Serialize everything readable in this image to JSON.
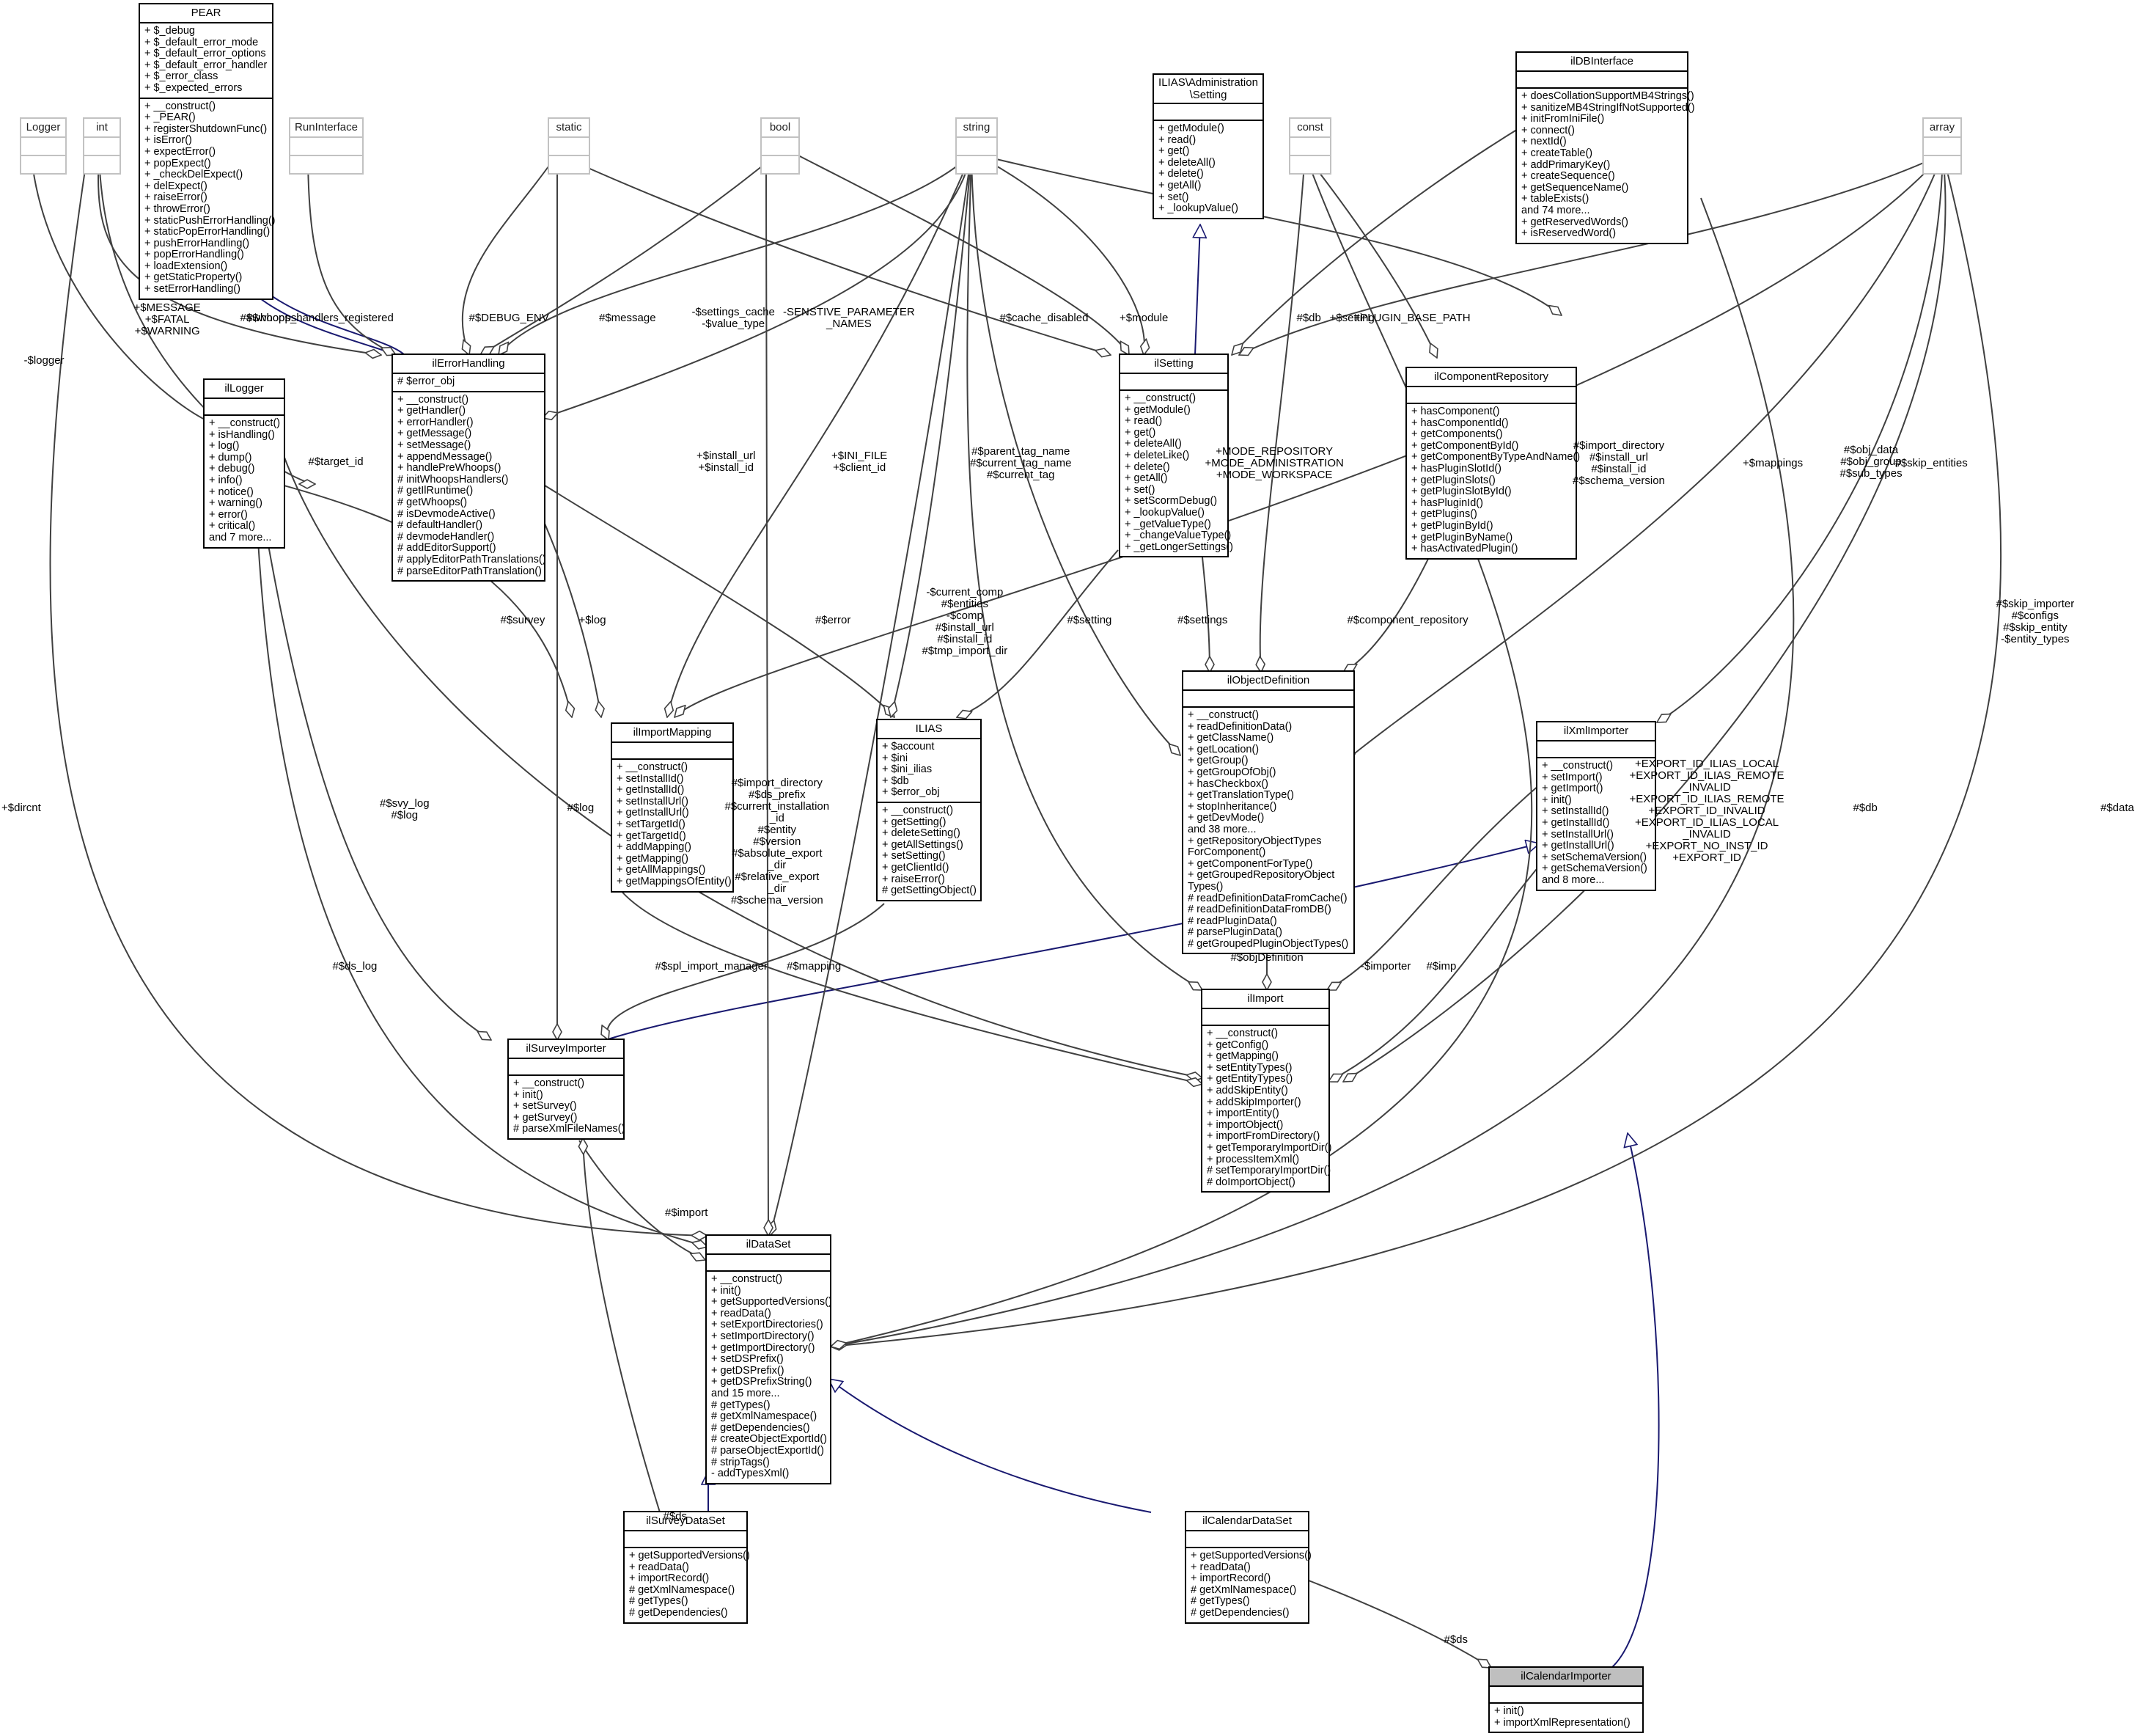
{
  "classes": [
    {
      "id": "pear",
      "title": "PEAR",
      "kind": "class",
      "attributes": [
        "+ $_debug",
        "+ $_default_error_mode",
        "+ $_default_error_options",
        "+ $_default_error_handler",
        "+ $_error_class",
        "+ $_expected_errors"
      ],
      "operations": [
        "+ __construct()",
        "+ _PEAR()",
        "+ registerShutdownFunc()",
        "+ isError()",
        "+ expectError()",
        "+ popExpect()",
        "+ _checkDelExpect()",
        "+ delExpect()",
        "+ raiseError()",
        "+ throwError()",
        "+ staticPushErrorHandling()",
        "+ staticPopErrorHandling()",
        "+ pushErrorHandling()",
        "+ popErrorHandling()",
        "+ loadExtension()",
        "+ getStaticProperty()",
        "+ setErrorHandling()"
      ]
    },
    {
      "id": "logger",
      "title": "Logger",
      "kind": "primitive",
      "attributes": [],
      "operations": []
    },
    {
      "id": "int",
      "title": "int",
      "kind": "primitive",
      "attributes": [],
      "operations": []
    },
    {
      "id": "runinterface",
      "title": "RunInterface",
      "kind": "primitive",
      "attributes": [],
      "operations": []
    },
    {
      "id": "static",
      "title": "static",
      "kind": "primitive",
      "attributes": [],
      "operations": []
    },
    {
      "id": "bool",
      "title": "bool",
      "kind": "primitive",
      "attributes": [],
      "operations": []
    },
    {
      "id": "string",
      "title": "string",
      "kind": "primitive",
      "attributes": [],
      "operations": []
    },
    {
      "id": "const",
      "title": "const",
      "kind": "primitive",
      "attributes": [],
      "operations": []
    },
    {
      "id": "array",
      "title": "array",
      "kind": "primitive",
      "attributes": [],
      "operations": []
    },
    {
      "id": "adminsetting",
      "title": "ILIAS\\Administration\n\\Setting",
      "kind": "class",
      "attributes": [],
      "operations": [
        "+ getModule()",
        "+ read()",
        "+ get()",
        "+ deleteAll()",
        "+ delete()",
        "+ getAll()",
        "+ set()",
        "+ _lookupValue()"
      ]
    },
    {
      "id": "ildbinterface",
      "title": "ilDBInterface",
      "kind": "class",
      "attributes": [],
      "operations": [
        "+ doesCollationSupportMB4Strings()",
        "+ sanitizeMB4StringIfNotSupported()",
        "+ initFromIniFile()",
        "+ connect()",
        "+ nextId()",
        "+ createTable()",
        "+ addPrimaryKey()",
        "+ createSequence()",
        "+ getSequenceName()",
        "+ tableExists()",
        "and 74 more...",
        "+ getReservedWords()",
        "+ isReservedWord()"
      ]
    },
    {
      "id": "illogger",
      "title": "ilLogger",
      "kind": "class",
      "attributes": [],
      "operations": [
        "+ __construct()",
        "+ isHandling()",
        "+ log()",
        "+ dump()",
        "+ debug()",
        "+ info()",
        "+ notice()",
        "+ warning()",
        "+ error()",
        "+ critical()",
        "and 7 more..."
      ]
    },
    {
      "id": "ilerrorhandling",
      "title": "ilErrorHandling",
      "kind": "class",
      "attributes": [
        "# $error_obj"
      ],
      "operations": [
        "+ __construct()",
        "+ getHandler()",
        "+ errorHandler()",
        "+ getMessage()",
        "+ setMessage()",
        "+ appendMessage()",
        "+ handlePreWhoops()",
        "# initWhoopsHandlers()",
        "# getIlRuntime()",
        "# getWhoops()",
        "# isDevmodeActive()",
        "# defaultHandler()",
        "# devmodeHandler()",
        "# addEditorSupport()",
        "# applyEditorPathTranslations()",
        "# parseEditorPathTranslation()"
      ]
    },
    {
      "id": "ilsetting",
      "title": "ilSetting",
      "kind": "class",
      "attributes": [],
      "operations": [
        "+ __construct()",
        "+ getModule()",
        "+ read()",
        "+ get()",
        "+ deleteAll()",
        "+ deleteLike()",
        "+ delete()",
        "+ getAll()",
        "+ set()",
        "+ setScormDebug()",
        "+ _lookupValue()",
        "+ _getValueType()",
        "+ _changeValueType()",
        "+ _getLongerSettings()"
      ]
    },
    {
      "id": "ilcomponentrepository",
      "title": "ilComponentRepository",
      "kind": "class",
      "attributes": [],
      "operations": [
        "+ hasComponent()",
        "+ hasComponentId()",
        "+ getComponents()",
        "+ getComponentById()",
        "+ getComponentByTypeAndName()",
        "+ hasPluginSlotId()",
        "+ getPluginSlots()",
        "+ getPluginSlotById()",
        "+ hasPluginId()",
        "+ getPlugins()",
        "+ getPluginById()",
        "+ getPluginByName()",
        "+ hasActivatedPlugin()"
      ]
    },
    {
      "id": "ilobjectdefinition",
      "title": "ilObjectDefinition",
      "kind": "class",
      "attributes": [],
      "operations": [
        "+ __construct()",
        "+ readDefinitionData()",
        "+ getClassName()",
        "+ getLocation()",
        "+ getGroup()",
        "+ getGroupOfObj()",
        "+ hasCheckbox()",
        "+ getTranslationType()",
        "+ stopInheritance()",
        "+ getDevMode()",
        "and 38 more...",
        "+ getRepositoryObjectTypes",
        "ForComponent()",
        "+ getComponentForType()",
        "+ getGroupedRepositoryObject",
        "Types()",
        "# readDefinitionDataFromCache()",
        "# readDefinitionDataFromDB()",
        "# readPluginData()",
        "# parsePluginData()",
        "# getGroupedPluginObjectTypes()"
      ]
    },
    {
      "id": "ilxmlimporter",
      "title": "ilXmlImporter",
      "kind": "class",
      "attributes": [],
      "operations": [
        "+ __construct()",
        "+ setImport()",
        "+ getImport()",
        "+ init()",
        "+ setInstallId()",
        "+ getInstallId()",
        "+ setInstallUrl()",
        "+ getInstallUrl()",
        "+ setSchemaVersion()",
        "+ getSchemaVersion()",
        "and 8 more..."
      ]
    },
    {
      "id": "ilimportmapping",
      "title": "ilImportMapping",
      "kind": "class",
      "attributes": [],
      "operations": [
        "+ __construct()",
        "+ setInstallId()",
        "+ getInstallId()",
        "+ setInstallUrl()",
        "+ getInstallUrl()",
        "+ setTargetId()",
        "+ getTargetId()",
        "+ addMapping()",
        "+ getMapping()",
        "+ getAllMappings()",
        "+ getMappingsOfEntity()"
      ]
    },
    {
      "id": "ilias",
      "title": "ILIAS",
      "kind": "class",
      "attributes": [
        "+ $account",
        "+ $ini",
        "+ $ini_ilias",
        "+ $db",
        "+ $error_obj"
      ],
      "operations": [
        "+ __construct()",
        "+ getSetting()",
        "+ deleteSetting()",
        "+ getAllSettings()",
        "+ setSetting()",
        "+ getClientId()",
        "+ raiseError()",
        "# getSettingObject()"
      ]
    },
    {
      "id": "ilimport",
      "title": "ilImport",
      "kind": "class",
      "attributes": [],
      "operations": [
        "+ __construct()",
        "+ getConfig()",
        "+ getMapping()",
        "+ setEntityTypes()",
        "+ getEntityTypes()",
        "+ addSkipEntity()",
        "+ addSkipImporter()",
        "+ importEntity()",
        "+ importObject()",
        "+ importFromDirectory()",
        "+ getTemporaryImportDir()",
        "+ processItemXml()",
        "# setTemporaryImportDir()",
        "# doImportObject()"
      ]
    },
    {
      "id": "ilsurveyimporter",
      "title": "ilSurveyImporter",
      "kind": "class",
      "attributes": [],
      "operations": [
        "+ __construct()",
        "+ init()",
        "+ setSurvey()",
        "+ getSurvey()",
        "# parseXmlFileNames()"
      ]
    },
    {
      "id": "ildataset",
      "title": "ilDataSet",
      "kind": "class",
      "attributes": [],
      "operations": [
        "+ __construct()",
        "+ init()",
        "+ getSupportedVersions()",
        "+ readData()",
        "+ setExportDirectories()",
        "+ setImportDirectory()",
        "+ getImportDirectory()",
        "+ setDSPrefix()",
        "+ getDSPrefix()",
        "+ getDSPrefixString()",
        "and 15 more...",
        "# getTypes()",
        "# getXmlNamespace()",
        "# getDependencies()",
        "# createObjectExportId()",
        "# parseObjectExportId()",
        "# stripTags()",
        "- addTypesXml()"
      ]
    },
    {
      "id": "ilsurveydataset",
      "title": "ilSurveyDataSet",
      "kind": "class",
      "attributes": [],
      "operations": [
        "+ getSupportedVersions()",
        "+ readData()",
        "+ importRecord()",
        "# getXmlNamespace()",
        "# getTypes()",
        "# getDependencies()"
      ]
    },
    {
      "id": "ilcalendardataset",
      "title": "ilCalendarDataSet",
      "kind": "class",
      "attributes": [],
      "operations": [
        "+ getSupportedVersions()",
        "+ readData()",
        "+ importRecord()",
        "# getXmlNamespace()",
        "# getTypes()",
        "# getDependencies()"
      ]
    },
    {
      "id": "ilcalendarimporter",
      "title": "ilCalendarImporter",
      "kind": "focus",
      "attributes": [],
      "operations": [
        "+ init()",
        "+ importXmlRepresentation()"
      ]
    }
  ],
  "edge_labels": [
    {
      "id": "l_message",
      "text": "+$MESSAGE\n+$FATAL\n+$WARNING"
    },
    {
      "id": "l_whoops",
      "text": "#$whoops"
    },
    {
      "id": "l_whoops_reg",
      "text": "#$whoops_handlers_registered"
    },
    {
      "id": "l_debugenv",
      "text": "#$DEBUG_ENV"
    },
    {
      "id": "l_msg",
      "text": "#$message"
    },
    {
      "id": "l_settings_cache",
      "text": "-$settings_cache\n-$value_type"
    },
    {
      "id": "l_senstive",
      "text": "-SENSTIVE_PARAMETER\n_NAMES"
    },
    {
      "id": "l_cache_disabled",
      "text": "#$cache_disabled"
    },
    {
      "id": "l_module",
      "text": "+$module"
    },
    {
      "id": "l_db1",
      "text": "#$db"
    },
    {
      "id": "l_setting_p",
      "text": "+$setting"
    },
    {
      "id": "l_plugin_base",
      "text": "+PLUGIN_BASE_PATH"
    },
    {
      "id": "l_logger",
      "text": "-$logger"
    },
    {
      "id": "l_target_id",
      "text": "#$target_id"
    },
    {
      "id": "l_install_url",
      "text": "+$install_url\n+$install_id"
    },
    {
      "id": "l_ini_file",
      "text": "+$INI_FILE\n+$client_id"
    },
    {
      "id": "l_parent_tag",
      "text": "#$parent_tag_name\n#$current_tag_name\n#$current_tag"
    },
    {
      "id": "l_mode_repo",
      "text": "+MODE_REPOSITORY\n+MODE_ADMINISTRATION\n+MODE_WORKSPACE"
    },
    {
      "id": "l_import_dir",
      "text": "#$import_directory\n#$install_url\n#$install_id\n#$schema_version"
    },
    {
      "id": "l_mappings",
      "text": "+$mappings"
    },
    {
      "id": "l_obj_data",
      "text": "#$obj_data\n#$obj_group\n#$sub_types"
    },
    {
      "id": "l_skip_entities",
      "text": "#$skip_entities"
    },
    {
      "id": "l_survey",
      "text": "#$survey"
    },
    {
      "id": "l_log",
      "text": "+$log"
    },
    {
      "id": "l_error",
      "text": "#$error"
    },
    {
      "id": "l_current_comp",
      "text": "-$current_comp\n#$entities\n-$comp\n#$install_url\n#$install_id\n#$tmp_import_dir"
    },
    {
      "id": "l_setting",
      "text": "#$setting"
    },
    {
      "id": "l_settings",
      "text": "#$settings"
    },
    {
      "id": "l_comp_repo",
      "text": "#$component_repository"
    },
    {
      "id": "l_skip_importer",
      "text": "#$skip_importer\n#$configs\n#$skip_entity\n-$entity_types"
    },
    {
      "id": "l_dircnt",
      "text": "+$dircnt"
    },
    {
      "id": "l_svy_log",
      "text": "#$svy_log\n#$log"
    },
    {
      "id": "l_log2",
      "text": "#$log"
    },
    {
      "id": "l_ds_import_dir",
      "text": "#$import_directory\n#$ds_prefix\n#$current_installation\n_id\n#$entity\n#$version\n#$absolute_export\n_dir\n#$relative_export\n_dir\n#$schema_version"
    },
    {
      "id": "l_export_id",
      "text": "+EXPORT_ID_ILIAS_LOCAL\n+EXPORT_ID_ILIAS_REMOTE\n_INVALID\n+EXPORT_ID_ILIAS_REMOTE\n+EXPORT_ID_INVALID\n+EXPORT_ID_ILIAS_LOCAL\n_INVALID\n+EXPORT_NO_INST_ID\n+EXPORT_ID"
    },
    {
      "id": "l_db2",
      "text": "#$db"
    },
    {
      "id": "l_data",
      "text": "#$data"
    },
    {
      "id": "l_spl_import",
      "text": "#$spl_import_manager"
    },
    {
      "id": "l_mapping",
      "text": "#$mapping"
    },
    {
      "id": "l_obj_definition",
      "text": "#$objDefinition"
    },
    {
      "id": "l_importer",
      "text": "-$importer"
    },
    {
      "id": "l_imp",
      "text": "#$imp"
    },
    {
      "id": "l_ds_log",
      "text": "#$ds_log"
    },
    {
      "id": "l_import",
      "text": "#$import"
    },
    {
      "id": "l_ds1",
      "text": "#$ds"
    },
    {
      "id": "l_ds2",
      "text": "#$ds"
    }
  ]
}
